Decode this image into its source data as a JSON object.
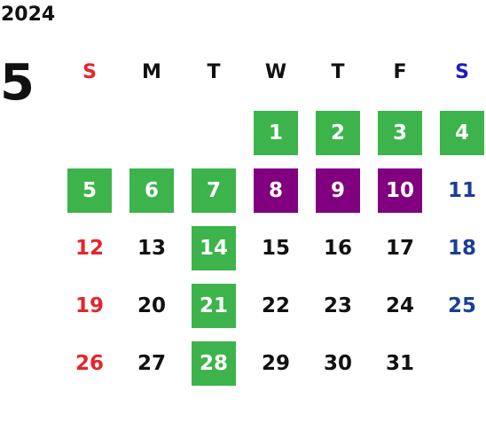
{
  "calendar": {
    "year": "2024",
    "month": "5",
    "weekdays": [
      {
        "label": "S",
        "color": "#e3262b"
      },
      {
        "label": "M",
        "color": "#111111"
      },
      {
        "label": "T",
        "color": "#111111"
      },
      {
        "label": "W",
        "color": "#111111"
      },
      {
        "label": "T",
        "color": "#111111"
      },
      {
        "label": "F",
        "color": "#111111"
      },
      {
        "label": "S",
        "color": "#1a1acc"
      }
    ],
    "colors": {
      "sunday": "#e3262b",
      "saturday": "#1c3f94",
      "weekday": "#111111",
      "green_fill": "#3cb44b",
      "purple_fill": "#800080"
    },
    "days": [
      {
        "day": "1",
        "style": "green"
      },
      {
        "day": "2",
        "style": "green"
      },
      {
        "day": "3",
        "style": "green"
      },
      {
        "day": "4",
        "style": "green"
      },
      {
        "day": "5",
        "style": "green"
      },
      {
        "day": "6",
        "style": "green"
      },
      {
        "day": "7",
        "style": "green"
      },
      {
        "day": "8",
        "style": "purple"
      },
      {
        "day": "9",
        "style": "purple"
      },
      {
        "day": "10",
        "style": "purple"
      },
      {
        "day": "11",
        "style": "saturday"
      },
      {
        "day": "12",
        "style": "sunday"
      },
      {
        "day": "13",
        "style": "weekday"
      },
      {
        "day": "14",
        "style": "green"
      },
      {
        "day": "15",
        "style": "weekday"
      },
      {
        "day": "16",
        "style": "weekday"
      },
      {
        "day": "17",
        "style": "weekday"
      },
      {
        "day": "18",
        "style": "saturday"
      },
      {
        "day": "19",
        "style": "sunday"
      },
      {
        "day": "20",
        "style": "weekday"
      },
      {
        "day": "21",
        "style": "green"
      },
      {
        "day": "22",
        "style": "weekday"
      },
      {
        "day": "23",
        "style": "weekday"
      },
      {
        "day": "24",
        "style": "weekday"
      },
      {
        "day": "25",
        "style": "saturday"
      },
      {
        "day": "26",
        "style": "sunday"
      },
      {
        "day": "27",
        "style": "weekday"
      },
      {
        "day": "28",
        "style": "green"
      },
      {
        "day": "29",
        "style": "weekday"
      },
      {
        "day": "30",
        "style": "weekday"
      },
      {
        "day": "31",
        "style": "weekday"
      }
    ]
  }
}
